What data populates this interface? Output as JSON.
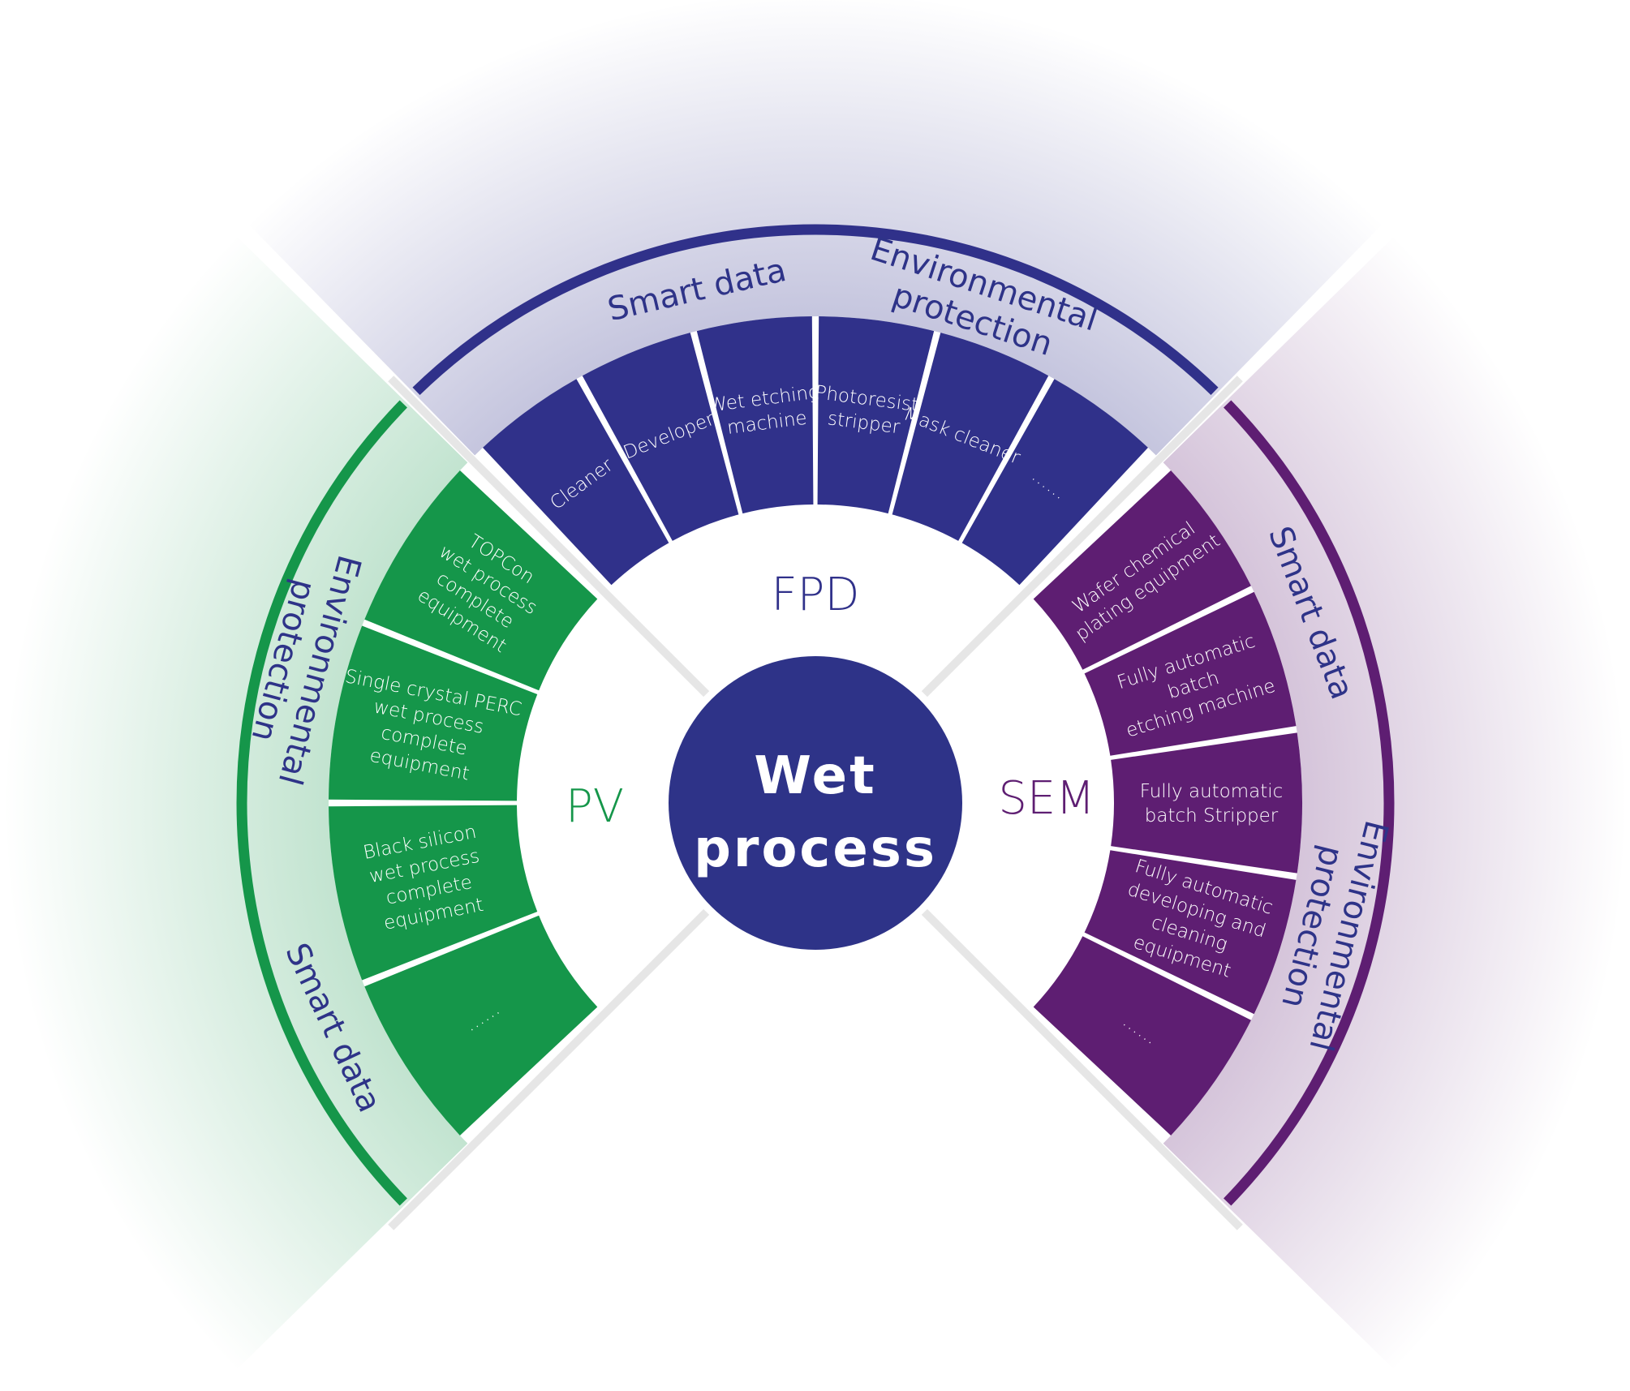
{
  "center": {
    "lines": [
      "Wet",
      "process"
    ]
  },
  "colors": {
    "fpd": "#30318a",
    "pv": "#15964a",
    "sem": "#5e1e72",
    "center": "#2e3388",
    "divider": "#e6e6e6"
  },
  "sectors": [
    {
      "key": "fpd",
      "title": "FPD",
      "outer_labels": [
        {
          "name": "outer-label-smart-data",
          "lines": [
            "Smart data"
          ]
        },
        {
          "name": "outer-label-environmental-protection",
          "lines": [
            "Environmental",
            "protection"
          ]
        }
      ],
      "items": [
        {
          "lines": [
            "Cleaner"
          ]
        },
        {
          "lines": [
            "Developer"
          ]
        },
        {
          "lines": [
            "Wet etching",
            "machine"
          ]
        },
        {
          "lines": [
            "Photoresist",
            "stripper"
          ]
        },
        {
          "lines": [
            "Mask cleaner"
          ]
        },
        {
          "lines": [
            "……"
          ]
        }
      ]
    },
    {
      "key": "pv",
      "title": "PV",
      "outer_labels": [
        {
          "name": "outer-label-environmental-protection",
          "lines": [
            "Environmental",
            "protection"
          ]
        },
        {
          "name": "outer-label-smart-data",
          "lines": [
            "Smart data"
          ]
        }
      ],
      "items": [
        {
          "lines": [
            "TOPCon",
            "wet process",
            "complete",
            "equipment"
          ]
        },
        {
          "lines": [
            "Single crystal PERC",
            "wet process",
            "complete",
            "equipment"
          ]
        },
        {
          "lines": [
            "Black silicon",
            "wet process",
            "complete",
            "equipment"
          ]
        },
        {
          "lines": [
            "……"
          ]
        }
      ]
    },
    {
      "key": "sem",
      "title": "SEM",
      "outer_labels": [
        {
          "name": "outer-label-smart-data",
          "lines": [
            "Smart data"
          ]
        },
        {
          "name": "outer-label-environmental-protection",
          "lines": [
            "Environmental",
            "protection"
          ]
        }
      ],
      "items": [
        {
          "lines": [
            "Wafer chemical",
            "plating equipment"
          ]
        },
        {
          "lines": [
            "Fully automatic",
            "batch",
            "etching machine"
          ]
        },
        {
          "lines": [
            "Fully automatic",
            "batch Stripper"
          ]
        },
        {
          "lines": [
            "Fully automatic",
            "developing and",
            "cleaning",
            "equipment"
          ]
        },
        {
          "lines": [
            "……"
          ]
        }
      ]
    }
  ]
}
